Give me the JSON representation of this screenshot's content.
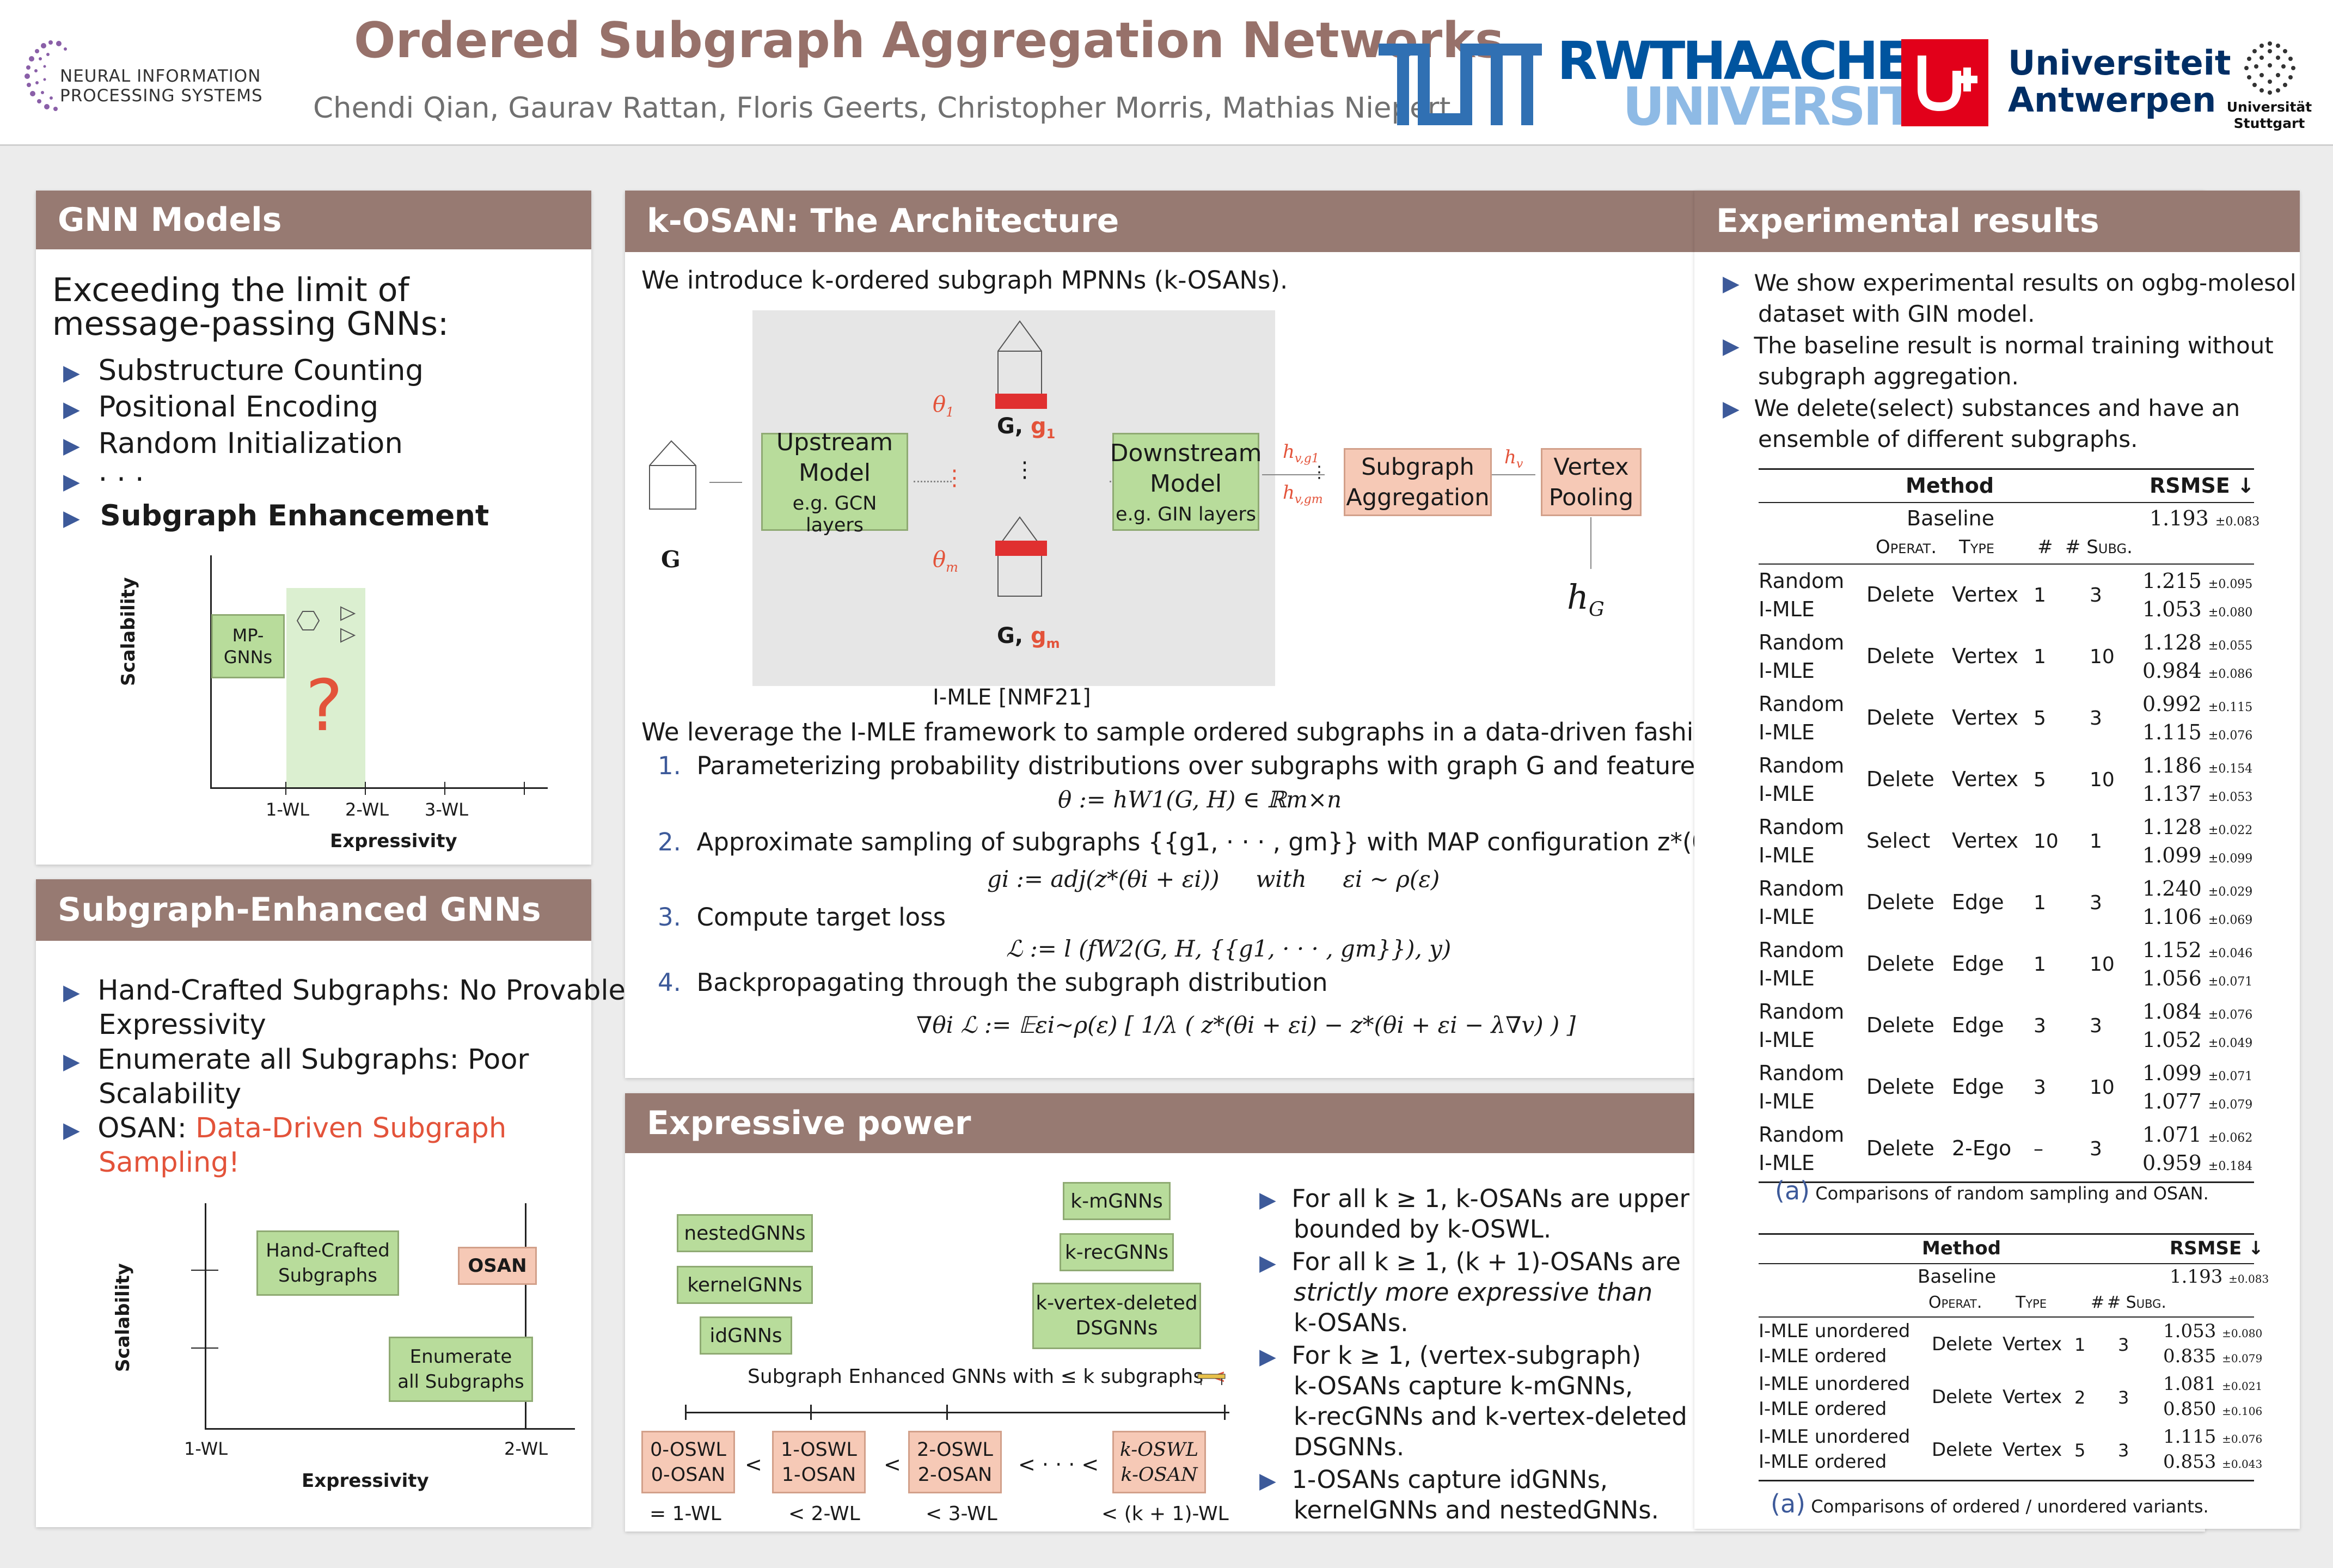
{
  "header": {
    "title": "Ordered Subgraph Aggregation Networks",
    "authors": "Chendi Qian, Gaurav Rattan, Floris Geerts, Christopher Morris, Mathias Niepert",
    "neurips_logo_line1": "NEURAL INFORMATION",
    "neurips_logo_line2": "PROCESSING SYSTEMS",
    "logos": {
      "tum": "TUM",
      "rwth1": "RWTHAACHEN",
      "rwth2": "UNIVERSITY",
      "antwerp1": "Universiteit",
      "antwerp2": "Antwerpen",
      "stuttgart1": "Universität",
      "stuttgart2": "Stuttgart"
    }
  },
  "gnn_models": {
    "heading": "GNN Models",
    "intro1": "Exceeding the limit of",
    "intro2": "message-passing GNNs:",
    "items": [
      "Substructure Counting",
      "Positional Encoding",
      "Random Initialization",
      "· · ·",
      "Subgraph Enhancement"
    ],
    "chart": {
      "ylabel": "Scalability",
      "xlabel": "Expressivity",
      "ticks": [
        "1-WL",
        "2-WL",
        "3-WL"
      ],
      "mp_label": "MP-\nGNNs",
      "question": "?"
    }
  },
  "subgraph_enhanced": {
    "heading": "Subgraph-Enhanced GNNs",
    "items": [
      {
        "text": "Hand-Crafted Subgraphs: No Provable",
        "text2": "Expressivity"
      },
      {
        "text": "Enumerate all Subgraphs: Poor",
        "text2": "Scalability"
      },
      {
        "text": "OSAN: ",
        "highlight": "Data-Driven Subgraph",
        "highlight2": "Sampling!"
      }
    ],
    "chart": {
      "ylabel": "Scalability",
      "xlabel": "Expressivity",
      "ticks": [
        "1-WL",
        "2-WL"
      ],
      "hand_crafted": "Hand-Crafted\nSubgraphs",
      "osan": "OSAN",
      "enumerate": "Enumerate\nall Subgraphs"
    }
  },
  "architecture": {
    "heading": "k-OSAN: The Architecture",
    "intro": "We introduce k-ordered subgraph MPNNs (k-OSANs).",
    "diagram": {
      "G": "G",
      "upstream": "Upstream\nModel",
      "upstream_sub": "e.g. GCN layers",
      "downstream": "Downstream\nModel",
      "downstream_sub": "e.g. GIN layers",
      "aggregation": "Subgraph\nAggregation",
      "pooling": "Vertex\nPooling",
      "theta1": "θ1",
      "thetam": "θm",
      "g1": "G, g1",
      "gm": "G, gm",
      "hv": "hv",
      "hvg1": "hv,g1",
      "hvgm": "hv,gm",
      "hG": "hG",
      "imle": "I-MLE [NMF21]"
    },
    "leverage": "We leverage the I-MLE framework to sample ordered subgraphs in a data-driven fashion:",
    "steps": [
      "Parameterizing probability distributions over subgraphs with graph G and feature H",
      "Approximate sampling of subgraphs {{g1, · · · , gm}} with MAP configuration z*(θ)",
      "Compute target loss",
      "Backpropagating through the subgraph distribution"
    ],
    "eq1": "θ := hW1(G, H) ∈ ℝm×n",
    "eq2": "gi := adj(z*(θi + εi))     with     εi ~ ρ(ε)",
    "eq3": "ℒ := l (fW2(G, H, {{g1, · · · , gm}}), y)",
    "eq4": "∇θi ℒ := 𝔼εi~ρ(ε) [ 1/λ ( z*(θi + εi) − z*(θi + εi − λ∇v) ) ]"
  },
  "expressive": {
    "heading": "Expressive power",
    "boxes": [
      "nestedGNNs",
      "kernelGNNs",
      "idGNNs",
      "k-mGNNs",
      "k-recGNNs",
      "k-vertex-deleted\nDSGNNs"
    ],
    "caption": "Subgraph Enhanced GNNs with ≤ k subgraphs",
    "lt": "<",
    "hier": [
      "0-OSWL\n0-OSAN",
      "1-OSWL\n1-OSAN",
      "2-OSWL\n2-OSAN",
      "k-OSWL\nk-OSAN"
    ],
    "hier_sep": [
      "<",
      "<",
      "< · · · <"
    ],
    "hier_below": [
      "= 1-WL",
      "< 2-WL",
      "< 3-WL",
      "< (k + 1)-WL"
    ],
    "bullets": [
      [
        "For all k ≥ 1, k-OSANs are upper",
        "bounded by k-OSWL."
      ],
      [
        "For all k ≥ 1, (k + 1)-OSANs are",
        "strictly more expressive than",
        "k-OSANs."
      ],
      [
        "For k ≥ 1, (vertex-subgraph)",
        "k-OSANs capture k-mGNNs,",
        "k-recGNNs and k-vertex-deleted",
        "DSGNNs."
      ],
      [
        "1-OSANs capture idGNNs,",
        "kernelGNNs and nestedGNNs."
      ]
    ]
  },
  "results": {
    "heading": "Experimental results",
    "bullets": [
      [
        "We show experimental results on ogbg-molesol",
        "dataset with GIN model."
      ],
      [
        "The baseline result is normal training without",
        "subgraph aggregation."
      ],
      [
        "We delete(select) substances and have an",
        "ensemble of different subgraphs."
      ]
    ],
    "table1": {
      "col_method": "Method",
      "col_rsmse": "RSMSE ↓",
      "baseline_label": "Baseline",
      "baseline_value": "1.193",
      "baseline_std": "±0.083",
      "sub_operat": "Operat.",
      "sub_type": "Type",
      "sub_num": "#",
      "sub_subg": "# Subg.",
      "rows": [
        {
          "m1": "Random",
          "m2": "I-MLE",
          "op": "Delete",
          "type": "Vertex",
          "n": "1",
          "s": "3",
          "v1": "1.215",
          "e1": "±0.095",
          "v2": "1.053",
          "e2": "±0.080"
        },
        {
          "m1": "Random",
          "m2": "I-MLE",
          "op": "Delete",
          "type": "Vertex",
          "n": "1",
          "s": "10",
          "v1": "1.128",
          "e1": "±0.055",
          "v2": "0.984",
          "e2": "±0.086"
        },
        {
          "m1": "Random",
          "m2": "I-MLE",
          "op": "Delete",
          "type": "Vertex",
          "n": "5",
          "s": "3",
          "v1": "0.992",
          "e1": "±0.115",
          "v2": "1.115",
          "e2": "±0.076"
        },
        {
          "m1": "Random",
          "m2": "I-MLE",
          "op": "Delete",
          "type": "Vertex",
          "n": "5",
          "s": "10",
          "v1": "1.186",
          "e1": "±0.154",
          "v2": "1.137",
          "e2": "±0.053"
        },
        {
          "m1": "Random",
          "m2": "I-MLE",
          "op": "Select",
          "type": "Vertex",
          "n": "10",
          "s": "1",
          "v1": "1.128",
          "e1": "±0.022",
          "v2": "1.099",
          "e2": "±0.099"
        },
        {
          "m1": "Random",
          "m2": "I-MLE",
          "op": "Delete",
          "type": "Edge",
          "n": "1",
          "s": "3",
          "v1": "1.240",
          "e1": "±0.029",
          "v2": "1.106",
          "e2": "±0.069"
        },
        {
          "m1": "Random",
          "m2": "I-MLE",
          "op": "Delete",
          "type": "Edge",
          "n": "1",
          "s": "10",
          "v1": "1.152",
          "e1": "±0.046",
          "v2": "1.056",
          "e2": "±0.071"
        },
        {
          "m1": "Random",
          "m2": "I-MLE",
          "op": "Delete",
          "type": "Edge",
          "n": "3",
          "s": "3",
          "v1": "1.084",
          "e1": "±0.076",
          "v2": "1.052",
          "e2": "±0.049"
        },
        {
          "m1": "Random",
          "m2": "I-MLE",
          "op": "Delete",
          "type": "Edge",
          "n": "3",
          "s": "10",
          "v1": "1.099",
          "e1": "±0.071",
          "v2": "1.077",
          "e2": "±0.079"
        },
        {
          "m1": "Random",
          "m2": "I-MLE",
          "op": "Delete",
          "type": "2-Ego",
          "n": "–",
          "s": "3",
          "v1": "1.071",
          "e1": "±0.062",
          "v2": "0.959",
          "e2": "±0.184"
        }
      ],
      "caption_tag": "(a)",
      "caption": "Comparisons of random sampling and OSAN."
    },
    "table2": {
      "col_method": "Method",
      "col_rsmse": "RSMSE ↓",
      "baseline_label": "Baseline",
      "baseline_value": "1.193",
      "baseline_std": "±0.083",
      "sub_operat": "Operat.",
      "sub_type": "Type",
      "sub_num": "#",
      "sub_subg": "# Subg.",
      "rows": [
        {
          "m1": "I-MLE unordered",
          "m2": "I-MLE ordered",
          "op": "Delete",
          "type": "Vertex",
          "n": "1",
          "s": "3",
          "v1": "1.053",
          "e1": "±0.080",
          "v2": "0.835",
          "e2": "±0.079"
        },
        {
          "m1": "I-MLE unordered",
          "m2": "I-MLE ordered",
          "op": "Delete",
          "type": "Vertex",
          "n": "2",
          "s": "3",
          "v1": "1.081",
          "e1": "±0.021",
          "v2": "0.850",
          "e2": "±0.106"
        },
        {
          "m1": "I-MLE unordered",
          "m2": "I-MLE ordered",
          "op": "Delete",
          "type": "Vertex",
          "n": "5",
          "s": "3",
          "v1": "1.115",
          "e1": "±0.076",
          "v2": "0.853",
          "e2": "±0.043"
        }
      ],
      "caption_tag": "(a)",
      "caption": "Comparisons of ordered / unordered variants."
    }
  }
}
